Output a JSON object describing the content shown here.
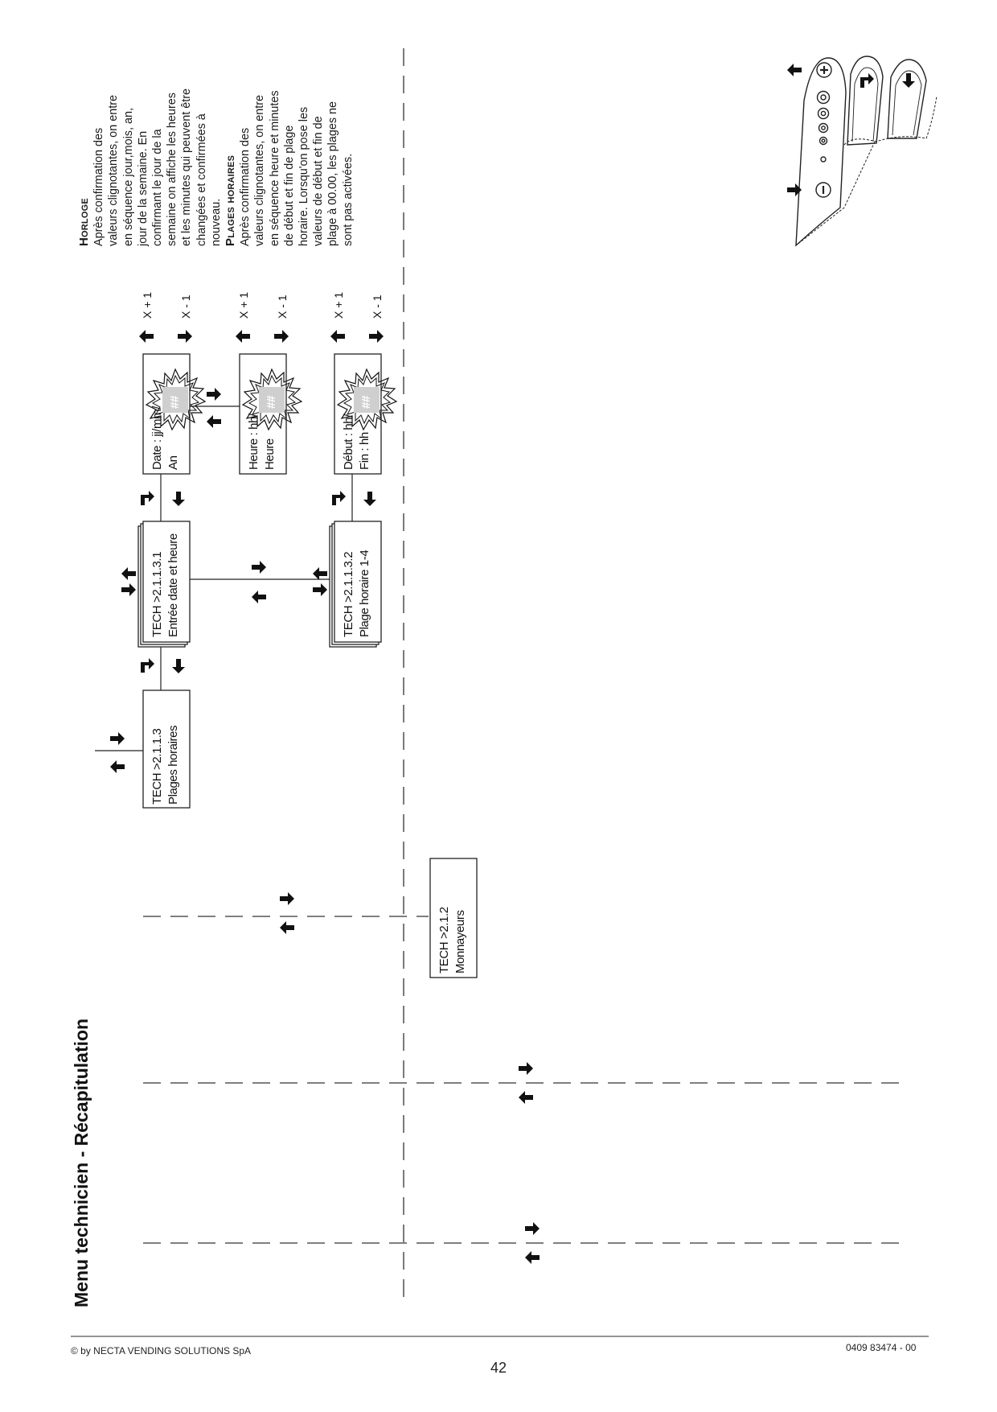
{
  "page": {
    "title": "Menu technicien - Récapitulation",
    "footer_left": "© by NECTA VENDING SOLUTIONS SpA",
    "footer_right": "0409 83474 - 00",
    "page_number": "42"
  },
  "boxes": {
    "plages": {
      "line1": "TECH >2.1.1.3",
      "line2": "Plages horaires"
    },
    "entree": {
      "line1": "TECH >2.1.1.3.1",
      "line2": "Entrée date et heure"
    },
    "plage14": {
      "line1": "TECH >2.1.1.3.2",
      "line2": "Plage horaire 1-4"
    },
    "date": {
      "line1": "Date : jj/mm/",
      "line2": "An"
    },
    "heure": {
      "line1": "Heure : hh/",
      "line2": "Heure"
    },
    "debut": {
      "line1": "Début : hh/",
      "line2": "Fin : hh"
    },
    "monnayeurs": {
      "line1": "TECH >2.1.2",
      "line2": "Monnayeurs"
    }
  },
  "labels": {
    "x_plus": "X + 1",
    "x_minus": "X - 1",
    "hash": "##"
  },
  "notes": {
    "horloge_title": "Horloge",
    "horloge_lines": [
      "Après confirmation des",
      "valeurs clignotantes, on entre",
      "en séquence jour,mois, an,",
      "jour de la semaine. En",
      "confirmant le jour de la",
      "semaine on affiche les heures",
      "et les minutes qui peuvent être",
      "changées et confirmées à",
      "nouveau."
    ],
    "plages_title": "Plages horaires",
    "plages_lines": [
      "Après confirmation des",
      "valeurs clignotantes, on entre",
      "en séquence heure et minutes",
      "de début et fin de plage",
      "horaire. Lorsqu'on pose les",
      "valeurs de début et fin de",
      "plage à 00.00, les plages ne",
      "sont pas activées."
    ]
  },
  "icons": [
    "arrow-right-icon",
    "arrow-left-icon",
    "arrow-down-icon",
    "enter-icon",
    "plus-button-icon",
    "minus-button-icon",
    "keypad-icon"
  ],
  "colors": {
    "ink": "#111111",
    "burst_fill": "#cfcfcf"
  }
}
